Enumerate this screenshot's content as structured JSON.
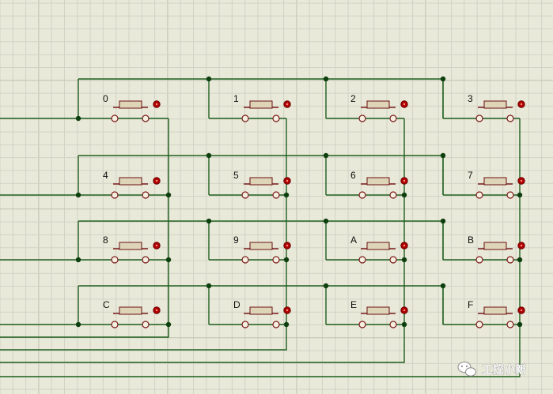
{
  "colors": {
    "background": "#e9e9d9",
    "grid_minor": "#d2d3c5",
    "grid_major": "#bfc1b0",
    "wire": "#1f5f1f",
    "junction": "#0e3f0e",
    "button_body": "#ded5b9",
    "button_outline": "#6a1010",
    "pin_red": "#b00000",
    "contact": "#7a1a1a",
    "label": "#101010"
  },
  "keypad": {
    "rows": [
      {
        "keys": [
          {
            "label": "0"
          },
          {
            "label": "1"
          },
          {
            "label": "2"
          },
          {
            "label": "3"
          }
        ]
      },
      {
        "keys": [
          {
            "label": "4"
          },
          {
            "label": "5"
          },
          {
            "label": "6"
          },
          {
            "label": "7"
          }
        ]
      },
      {
        "keys": [
          {
            "label": "8"
          },
          {
            "label": "9"
          },
          {
            "label": "A"
          },
          {
            "label": "B"
          }
        ]
      },
      {
        "keys": [
          {
            "label": "C"
          },
          {
            "label": "D"
          },
          {
            "label": "E"
          },
          {
            "label": "F"
          }
        ]
      }
    ]
  },
  "watermark": {
    "text": "工控小新",
    "icon": "wechat-icon"
  }
}
